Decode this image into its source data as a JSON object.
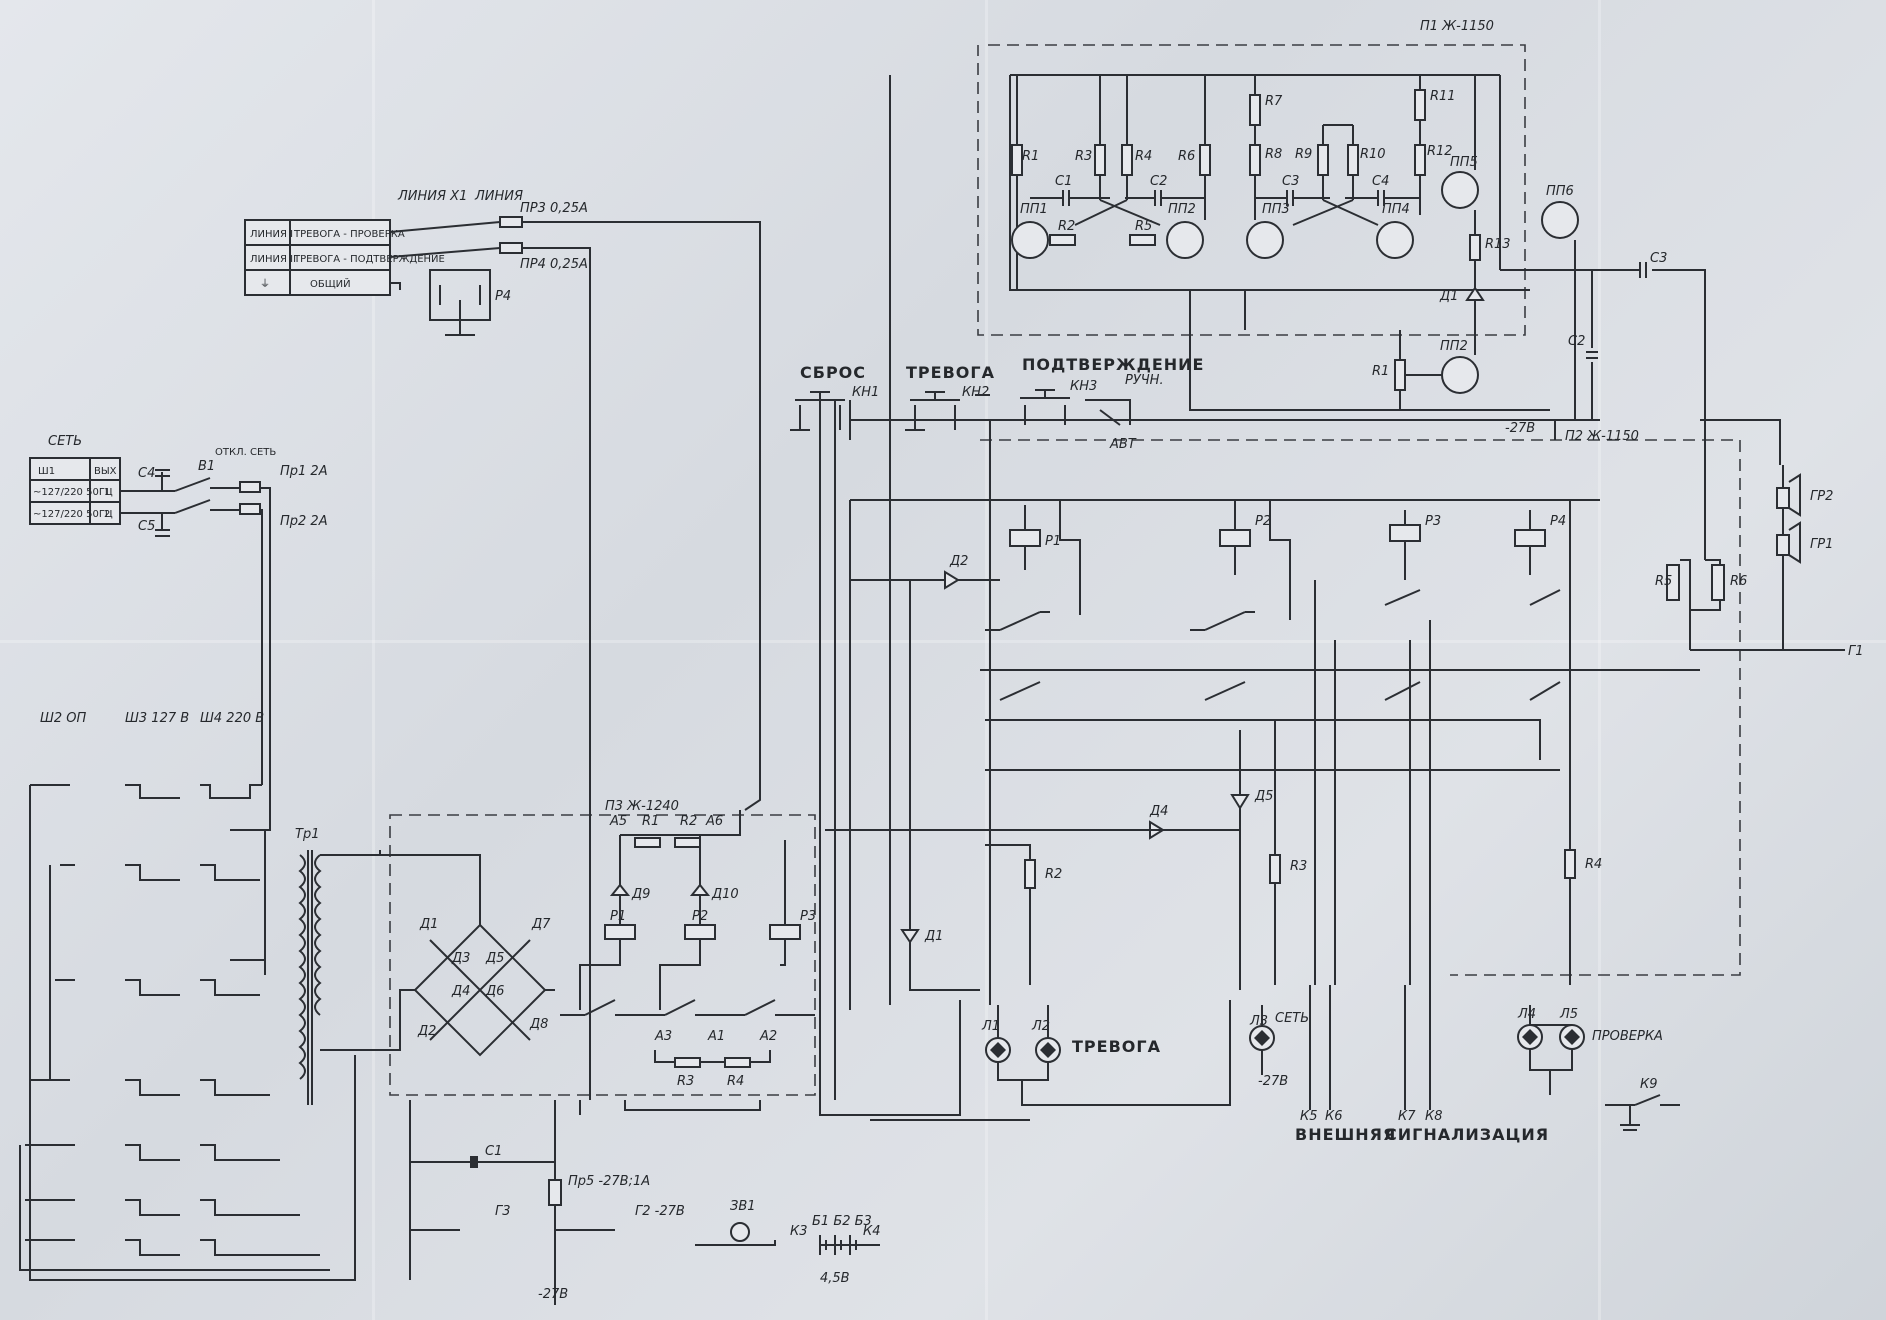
{
  "blocks": {
    "p1": "П1 Ж-1150",
    "p2": "П2 Ж-1150",
    "p3": "П3 Ж-1240"
  },
  "buttons": {
    "reset": "СБРОС",
    "alarm": "ТРЕВОГА",
    "confirm": "ПОДТВЕРЖДЕНИЕ",
    "manual": "РУЧН.",
    "auto": "АВТ",
    "kn1": "КН1",
    "kn2": "КН2",
    "kn3": "КН3"
  },
  "line_table": {
    "rows": [
      {
        "name": "ЛИНИЯ I",
        "desc": "ТРЕВОГА - ПРОВЕРКА"
      },
      {
        "name": "ЛИНИЯ II",
        "desc": "ТРЕВОГА - ПОДТВЕРЖДЕНИЕ"
      },
      {
        "name": "⏚",
        "desc": "ОБЩИЙ"
      }
    ],
    "x1": "ЛИНИЯ Х1",
    "x1b": "ЛИНИЯ",
    "fuse3": "ПР3 0,25А",
    "fuse4": "ПР4 0,25А",
    "r4": "Р4"
  },
  "mains": {
    "title": "СЕТЬ",
    "table": [
      [
        "Ш1",
        "ВЫХ"
      ],
      [
        "~127/220 50ГЦ",
        "1"
      ],
      [
        "~127/220 50ГЦ",
        "2"
      ]
    ],
    "switch": "В1",
    "switch_labels": "ОТКЛ. СЕТЬ",
    "c4": "С4",
    "c5": "С5",
    "fuse1": "Пр1 2А",
    "fuse2": "Пр2 2А"
  },
  "plugs": {
    "w2": "Ш2 ОП",
    "w3": "Ш3 127 В",
    "w4": "Ш4 220 В"
  },
  "transformer": "Тр1",
  "bridge": [
    "Д1",
    "Д2",
    "Д3",
    "Д4",
    "Д5",
    "Д6",
    "Д7",
    "Д8"
  ],
  "lamps": {
    "alarm": "ТРЕВОГА",
    "mains": "СЕТЬ",
    "test": "ПРОВЕРКА",
    "l1": "Л1",
    "l2": "Л2",
    "l3": "Л3",
    "l4": "Л4",
    "l5": "Л5"
  },
  "external": {
    "label1": "ВНЕШНЯЯ",
    "label2": "СИГНАЛИЗАЦИЯ",
    "k5": "К5",
    "k6": "К6",
    "k7": "К7",
    "k8": "К8",
    "k9": "К9"
  },
  "power": {
    "c1": "С1",
    "fuse5": "Пр5 -27В;1А",
    "g2": "Г2 -27В",
    "g3": "Г3",
    "minus27": "-27В",
    "bell": "ЗВ1",
    "battery": "Б1 Б2 Б3",
    "battery_v": "4,5В",
    "k3": "К3",
    "k4": "К4"
  },
  "speakers": {
    "gr1": "ГР1",
    "gr2": "ГР2",
    "g1": "Г1",
    "r5": "R5",
    "r6": "R6",
    "c3": "С3",
    "c2": "С2"
  },
  "relays": [
    "Р1",
    "Р2",
    "Р3",
    "Р4"
  ],
  "p1_components": {
    "resistors": [
      "R1",
      "R3",
      "R4",
      "R6",
      "R7",
      "R8",
      "R9",
      "R10",
      "R12",
      "R11",
      "R13",
      "R2",
      "R5"
    ],
    "transistors": [
      "ПП1",
      "ПП2",
      "ПП3",
      "ПП4",
      "ПП5",
      "ПП6",
      "ПП2"
    ],
    "caps": [
      "С1",
      "С2",
      "С3",
      "С4"
    ],
    "diode": "Д1",
    "pot": "R1",
    "t_out": "ПП1",
    "v27": "-27В"
  },
  "p3_components": {
    "a5": "А5",
    "r1": "R1",
    "r2": "R2",
    "a6": "А6",
    "d9": "Д9",
    "d10": "Д10",
    "p1": "Р1",
    "p2": "Р2",
    "p3": "Р3",
    "r3": "R3",
    "r4": "R4",
    "a3": "А3",
    "a1": "А1",
    "a2": "А2"
  },
  "main_components": {
    "d2": "Д2",
    "d4": "Д4",
    "d5": "Д5",
    "d1": "Д1",
    "r2": "R2",
    "r3": "R3",
    "r4": "R4"
  }
}
